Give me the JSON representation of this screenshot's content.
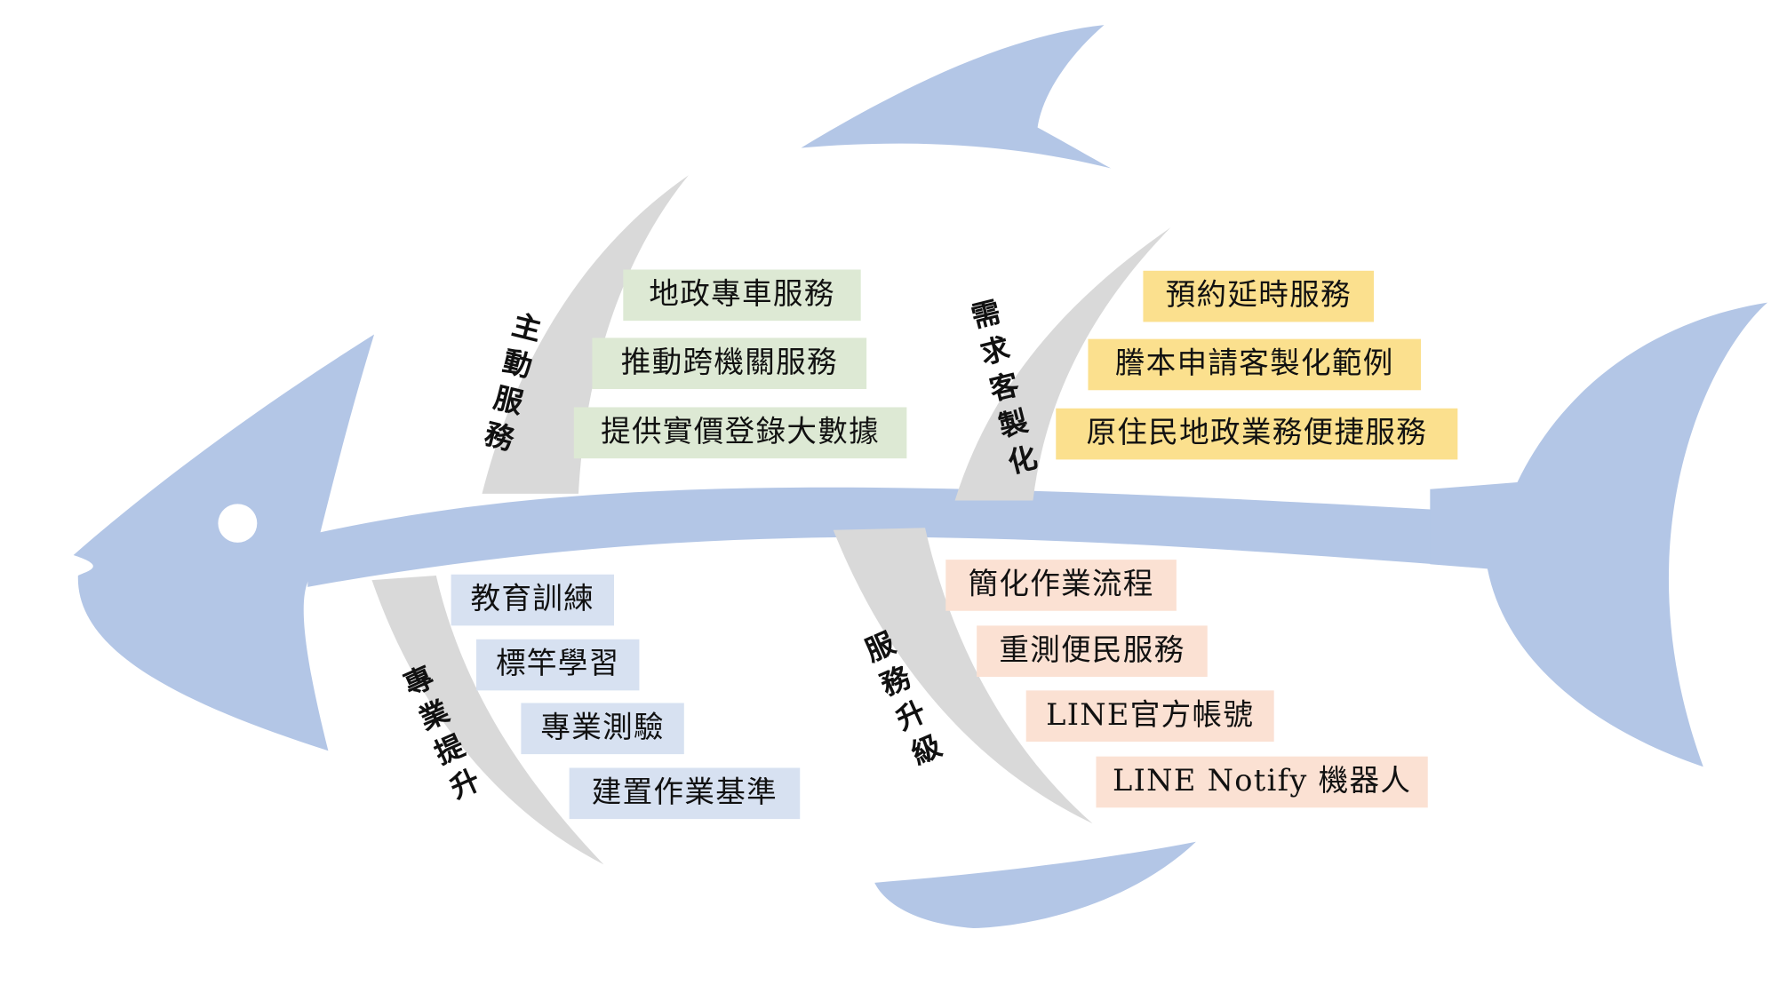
{
  "colors": {
    "fish": "#b3c6e6",
    "bones": "#d9d9d9",
    "green_box": "#dde9d4",
    "yellow_box": "#fbe08e",
    "blue_box": "#d7e1f1",
    "peach_box": "#fbe1d3"
  },
  "categories": {
    "proactive": "主動服務",
    "custom": "需求客製化",
    "professional": "專業提升",
    "upgrade": "服務升級"
  },
  "items": {
    "proactive": [
      "地政專車服務",
      "推動跨機關服務",
      "提供實價登錄大數據"
    ],
    "custom": [
      "預約延時服務",
      "謄本申請客製化範例",
      "原住民地政業務便捷服務"
    ],
    "professional": [
      "教育訓練",
      "標竿學習",
      "專業測驗",
      "建置作業基準"
    ],
    "upgrade": [
      "簡化作業流程",
      "重測便民服務",
      "LINE官方帳號",
      "LINE Notify 機器人"
    ]
  }
}
